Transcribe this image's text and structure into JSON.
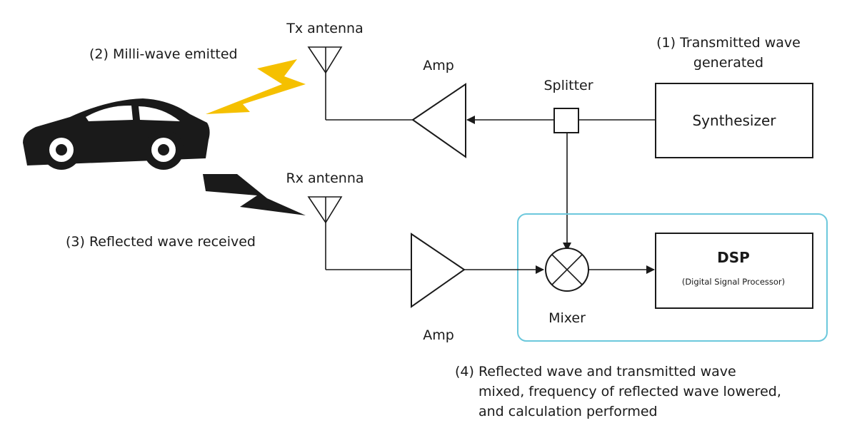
{
  "labels": {
    "tx_antenna": "Tx antenna",
    "rx_antenna": "Rx antenna",
    "amp_top": "Amp",
    "amp_bottom": "Amp",
    "splitter": "Splitter",
    "mixer": "Mixer",
    "synthesizer": "Synthesizer",
    "dsp_title": "DSP",
    "dsp_subtitle": "(Digital Signal Processor)"
  },
  "steps": {
    "step1": [
      "(1) Transmitted wave",
      "generated"
    ],
    "step2": "(2) Milli-wave emitted",
    "step3": "(3) Reflected wave received",
    "step4": [
      "(4) Reflected wave and transmitted wave",
      "mixed, frequency of reflected wave lowered,",
      "and calculation performed"
    ]
  },
  "colors": {
    "line": "#1a1a1a",
    "emitted_bolt": "#f5c000",
    "reflected_bolt": "#1a1a1a",
    "car": "#1a1a1a",
    "highlight_box": "#6cc8dc"
  }
}
